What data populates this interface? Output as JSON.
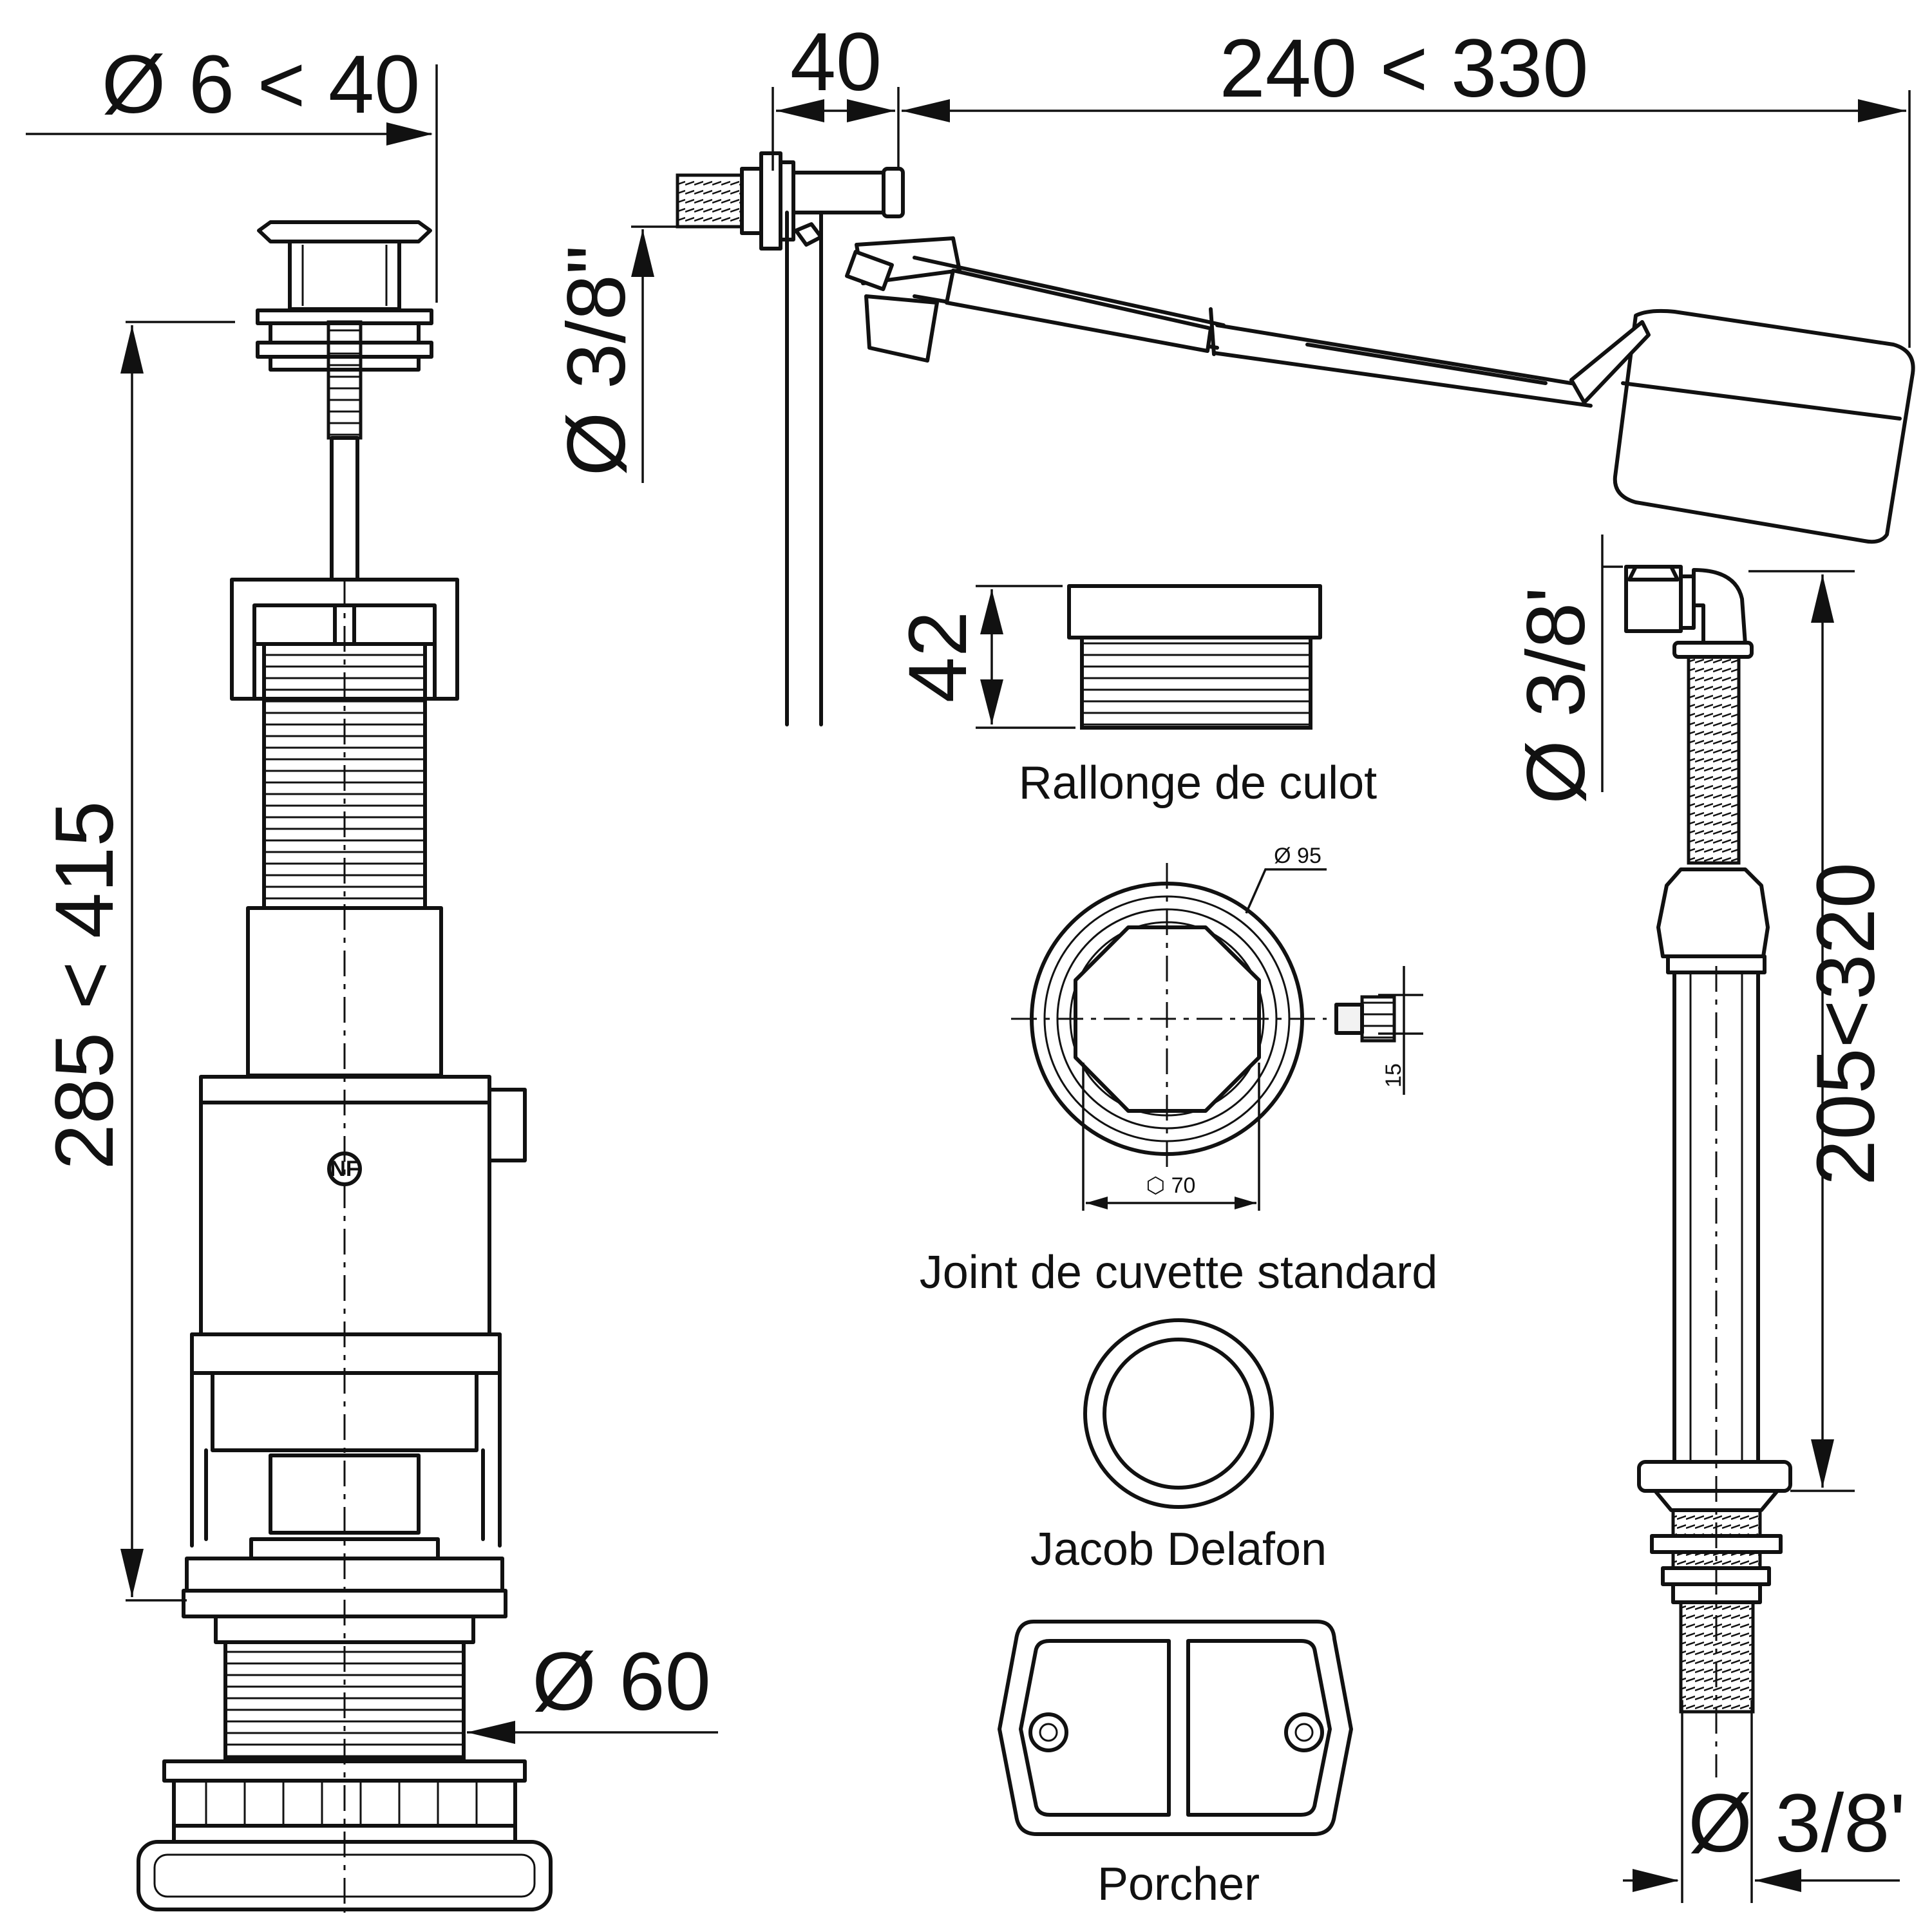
{
  "dimensions": {
    "overflow_diameter": "Ø 6 < 40",
    "overflow_height": "285 < 415",
    "outlet_diameter": "Ø 60",
    "valve_offset": "40",
    "arm_length": "240 < 330",
    "valve_thread": "Ø 3/8\"",
    "inlet_thread_top": "Ø 3/8'",
    "inlet_height": "205<320",
    "inlet_thread_bottom": "Ø 3/8'",
    "extension_height": "42",
    "gasket_outer": "Ø 95",
    "gasket_inner": "⬡ 70",
    "gasket_side": "15"
  },
  "labels": {
    "extension": "Rallonge de culot",
    "gasket": "Joint de cuvette standard",
    "jacob": "Jacob Delafon",
    "porcher": "Porcher"
  },
  "logo": "NF"
}
